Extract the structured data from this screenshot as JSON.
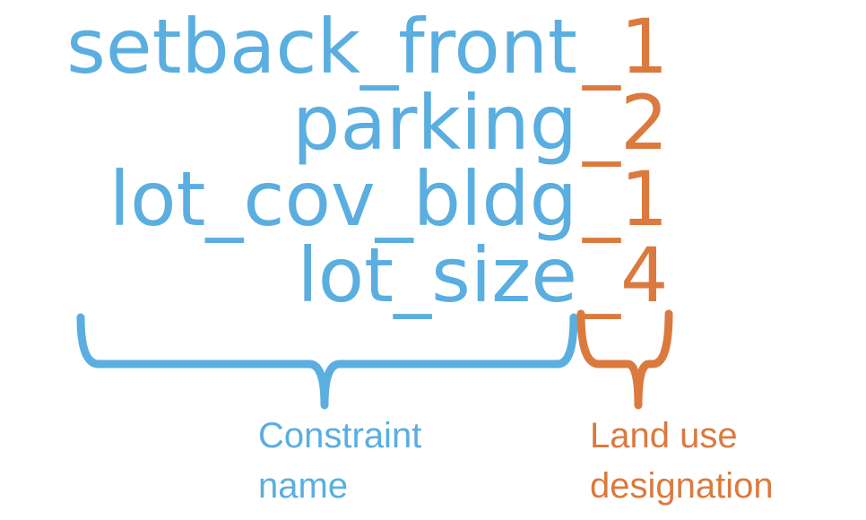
{
  "colors": {
    "constraint": "#5aaee0",
    "land_use": "#db7a3e"
  },
  "rows": [
    {
      "constraint": "setback_front",
      "suffix": "_1"
    },
    {
      "constraint": "parking",
      "suffix": "_2"
    },
    {
      "constraint": "lot_cov_bldg",
      "suffix": "_1"
    },
    {
      "constraint": "lot_size",
      "suffix": "_4"
    }
  ],
  "captions": {
    "constraint": {
      "line1": "Constraint",
      "line2": "name"
    },
    "land_use": {
      "line1": "Land use",
      "line2": "designation"
    }
  }
}
